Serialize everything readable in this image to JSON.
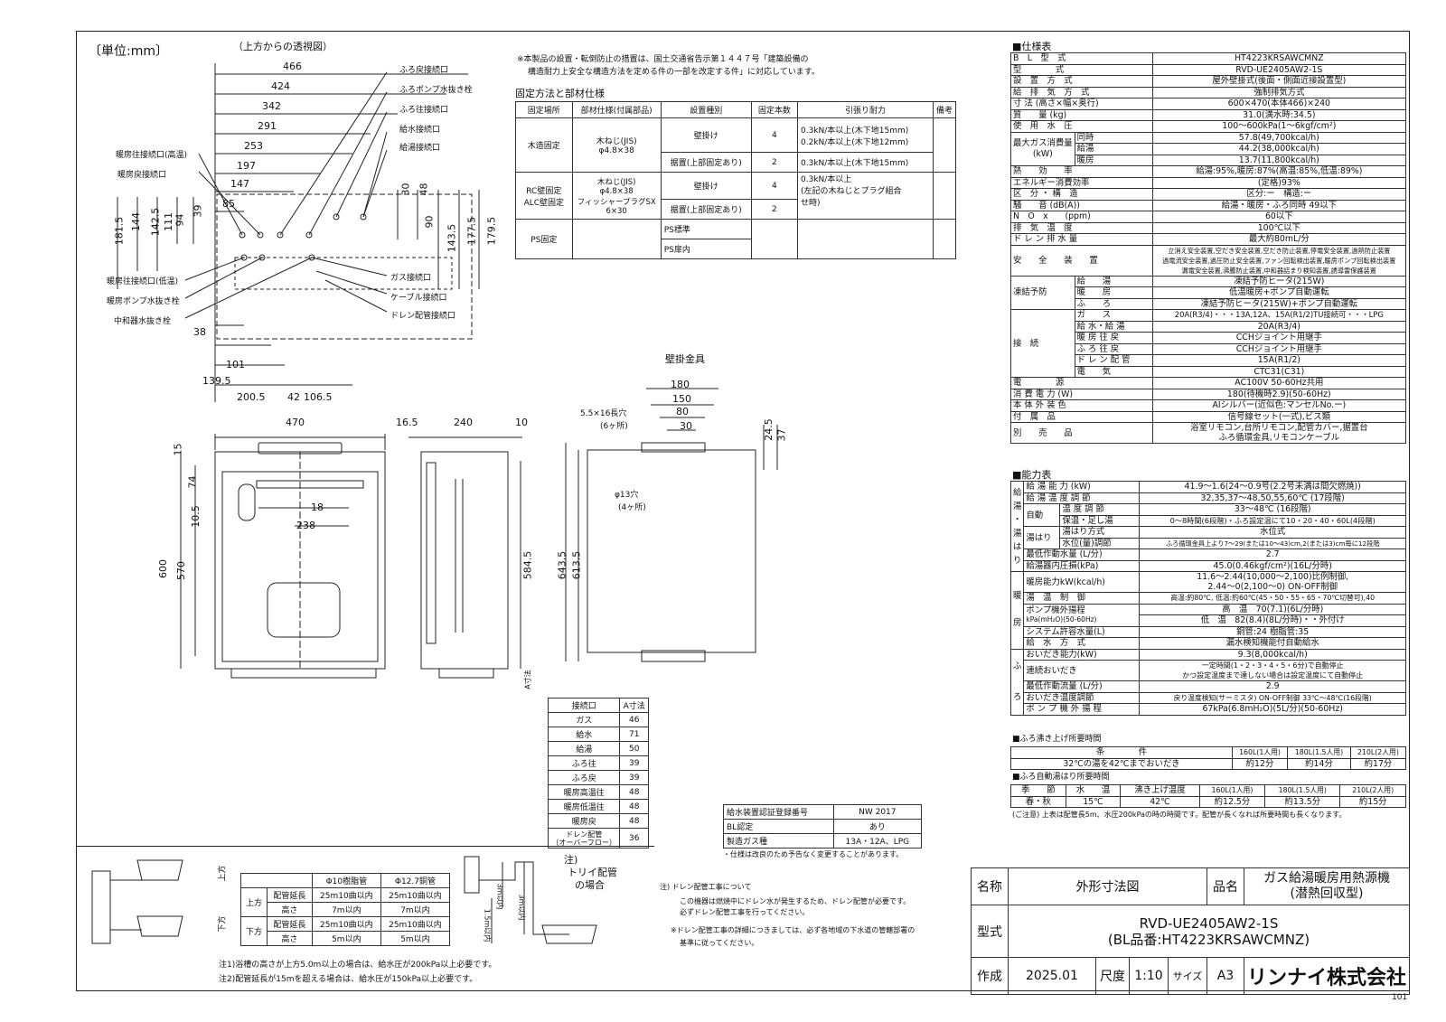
{
  "units_label": "〔単位:mm〕",
  "top_view_label": "（上方からの透視図）",
  "note_top": [
    "※本製品の設置・転倒防止の措置は、国土交通省告示第１４４７号「建築設備の",
    "構造耐力上安全な構造方法を定める件の一部を改定する件」に対応しています。"
  ],
  "fix_title": "固定方法と部材仕様",
  "fix_headers": [
    "固定場所",
    "部材仕様(付属部品)",
    "設置種別",
    "固定本数",
    "引張り耐力",
    "備考"
  ],
  "fix_rows": {
    "wood_place": "木造固定",
    "wood_part": [
      "木ねじ(JIS)",
      "φ4.8×38"
    ],
    "wood_r1": {
      "type": "壁掛け",
      "count": "4",
      "str": [
        "0.3kN/本以上(木下地15mm)",
        "0.2kN/本以上(木下地12mm)"
      ]
    },
    "wood_r2": {
      "type": "据置(上部固定あり)",
      "count": "2",
      "str": "0.3kN/本以上(木下地15mm)"
    },
    "rc_place": [
      "RC壁固定",
      "ALC壁固定"
    ],
    "rc_part": [
      "木ねじ(JIS)",
      "φ4.8×38",
      "フィッシャープラグSX",
      "6×30"
    ],
    "rc_r1": {
      "type": "壁掛け",
      "count": "4",
      "str": [
        "0.3kN/本以上",
        "(左記の木ねじとプラグ組合",
        "せ時)"
      ]
    },
    "rc_r2": {
      "type": "据置(上部固定あり)",
      "count": "2"
    },
    "ps_place": "PS固定",
    "ps_r1": "PS標準",
    "ps_r2": "PS扉内"
  },
  "top_view_dims": [
    "466",
    "424",
    "342",
    "291",
    "253",
    "197",
    "147",
    "85",
    "30",
    "48",
    "181.5",
    "144",
    "142.5",
    "111",
    "94",
    "39",
    "90",
    "143.5",
    "177.5",
    "179.5",
    "38",
    "101",
    "139.5",
    "200.5",
    "42",
    "106.5"
  ],
  "top_view_callouts": [
    "ふろ戻接続口",
    "ふろポンプ水抜き栓",
    "ふろ往接続口",
    "給水接続口",
    "給湯接続口",
    "暖房往接続口(高温)",
    "暖房戻接続口",
    "暖房往接続口(低温)",
    "暖房ポンプ水抜き栓",
    "中和器水抜き栓",
    "ガス接続口",
    "ケーブル接続口",
    "ドレン配管接続口"
  ],
  "front_dims": [
    "470",
    "15",
    "74",
    "10.5",
    "18",
    "238",
    "600",
    "570"
  ],
  "side_dims": [
    "16.5",
    "240",
    "10",
    "584.5"
  ],
  "bracket_label": "壁掛金具",
  "bracket_dims": [
    "180",
    "150",
    "80",
    "30",
    "24.5",
    "37",
    "643.5",
    "613.5"
  ],
  "bracket_holes": [
    "5.5×16長穴",
    "(6ヶ所)",
    "φ13穴",
    "(4ヶ所)"
  ],
  "a_dim_label": "A寸法",
  "conn_table": {
    "headers": [
      "接続口",
      "A寸法"
    ],
    "rows": [
      [
        "ガス",
        "46"
      ],
      [
        "給水",
        "71"
      ],
      [
        "給湯",
        "50"
      ],
      [
        "ふろ往",
        "39"
      ],
      [
        "ふろ戻",
        "39"
      ],
      [
        "暖房高温往",
        "48"
      ],
      [
        "暖房低温往",
        "48"
      ],
      [
        "暖房戻",
        "48"
      ],
      [
        "ドレン配管\n〔オーバーフロー〕",
        "36"
      ]
    ]
  },
  "cert_table": [
    [
      "給水装置認証登録番号",
      "NW 2017"
    ],
    [
      "BL認定",
      "あり"
    ],
    [
      "製造ガス種",
      "13A・12A、LPG"
    ]
  ],
  "cert_note": "・仕様は改良のため予告なく変更することがあります。",
  "pipe_table": {
    "h1": "Φ10樹脂管",
    "h2": "Φ12.7銅管",
    "up": "上方",
    "down": "下方",
    "item": [
      "配管延長",
      "高さ"
    ],
    "up_v1": [
      "25m10曲以内",
      "7m以内"
    ],
    "up_v2": [
      "25m10曲以内",
      "7m以内"
    ],
    "down_v1": [
      "25m10曲以内",
      "5m以内"
    ],
    "down_v2": [
      "25m10曲以内",
      "5m以内"
    ],
    "left_up": "上方",
    "left_down": "下方"
  },
  "trap_note": [
    "注)",
    "トリイ配管",
    "の場合"
  ],
  "trap_dims": [
    "3m以内",
    "3m以内",
    "1.5m以内"
  ],
  "pipe_notes": [
    "注1)浴槽の高さが上方5.0m以上の場合は、給水圧が200kPa以上必要です。",
    "注2)配管延長が15mを超える場合は、給水圧が150kPa以上必要です。"
  ],
  "drain_note": [
    "注) ドレン配管工事について",
    "この機器は燃焼中にドレン水が発生するため、ドレン配管が必要です。",
    "必ずドレン配管工事を行ってください。",
    "※ドレン配管工事の詳細につきましては、必ず各地域の下水道の管轄部署の",
    "基準に従ってください。"
  ],
  "spec_title": "■仕様表",
  "spec": [
    [
      "B　L　型　式",
      "HT4223KRSAWCMNZ"
    ],
    [
      "型　　　　式",
      "RVD-UE2405AW2-1S"
    ],
    [
      "設　置　方　式",
      "屋外壁掛式(後面・側面近接設置型)"
    ],
    [
      "給　排　気　方　式",
      "強制排気方式"
    ],
    [
      "寸 法 (高さ×幅×奥行)",
      "600×470(本体466)×240"
    ],
    [
      "質　　量 (kg)",
      "31.0(満水時:34.5)"
    ],
    [
      "使　用　水　圧",
      "100〜600kPa(1〜6kgf/cm²)"
    ]
  ],
  "spec_gas": {
    "label": [
      "最大ガス消費量",
      "(kW)"
    ],
    "rows": [
      [
        "同時",
        "57.8(49,700kcal/h)"
      ],
      [
        "給湯",
        "44.2(38,000kcal/h)"
      ],
      [
        "暖房",
        "13.7(11,800kcal/h)"
      ]
    ]
  },
  "spec2": [
    [
      "熱　　効　　率",
      "給湯:95%,暖房:87%(高温:85%,低温:89%)"
    ],
    [
      "エネルギー消費効率",
      "(定格)93%"
    ],
    [
      "区　分 ・ 構　造",
      "区分:ー　構造:ー"
    ],
    [
      "騒　　音 (dB(A))",
      "給湯・暖房・ふろ同時 49以下"
    ],
    [
      "N　O　x　　(ppm)",
      "60以下"
    ],
    [
      "排　気　温　度",
      "100℃以下"
    ],
    [
      "ド レ ン 排 水 量",
      "最大約80mL/分"
    ]
  ],
  "spec_safety": {
    "label": "安　　全　　装　　置",
    "lines": [
      "立消え安全装置,空だき安全装置,空だき防止装置,停電安全装置,過熱防止装置",
      "過電流安全装置,過圧防止安全装置,ファン回転検出装置,暖房ポンプ回転検出装置",
      "漏電安全装置,沸騰防止装置,中和器詰まり検知装置,誘導雷保護装置"
    ]
  },
  "spec_freeze": {
    "label": "凍結予防",
    "rows": [
      [
        "給　　湯",
        "凍結予防ヒータ(215W)"
      ],
      [
        "暖　　房",
        "低温暖房+ポンプ自動運転"
      ],
      [
        "ふ　　ろ",
        "凍結予防ヒータ(215W)+ポンプ自動運転"
      ]
    ]
  },
  "spec_conn": {
    "label": "接　続",
    "rows": [
      [
        "ガ　　ス",
        "20A(R3/4)・・・13A,12A、15A(R1/2)TU接続可・・・LPG"
      ],
      [
        "給 水・給 湯",
        "20A(R3/4)"
      ],
      [
        "暖 房 往 戻",
        "CCHジョイント用継手"
      ],
      [
        "ふ ろ 往 戻",
        "CCHジョイント用継手"
      ],
      [
        "ド レ ン 配 管",
        "15A(R1/2)"
      ],
      [
        "電　　気",
        "CTC31(C31)"
      ]
    ]
  },
  "spec3": [
    [
      "電　　　　源",
      "AC100V 50-60Hz共用"
    ],
    [
      "消 費 電 力 (W)",
      "180(待機時2.9)(50-60Hz)"
    ],
    [
      "本 体 外 装 色",
      "AIシルバー(近似色:マンセルNo.ー)"
    ],
    [
      "付　属　品",
      "信号線セット(一式),ビス類"
    ]
  ],
  "spec_sold": {
    "label": "別　　売　　品",
    "lines": [
      "浴室リモコン,台所リモコン,配管カバー,据置台",
      "ふろ循環金具,リモコンケーブル"
    ]
  },
  "cap_title": "■能力表",
  "cap": {
    "side_labels": [
      "給",
      "湯",
      "・",
      "湯",
      "は",
      "り",
      "暖",
      "房",
      "ふ",
      "ろ"
    ],
    "rows": [
      [
        "給 湯 能 力 (kW)",
        "41.9〜1.6(24〜0.9号(2.2号未満は間欠燃焼))"
      ],
      [
        "給 湯 温 度 調 節",
        "32,35,37〜48,50,55,60℃ (17段階)"
      ],
      [
        "温 度 調 節",
        "33〜48℃ (16段階)"
      ],
      [
        "保温・足し湯",
        "0〜8時間(6段階)・ふろ設定温にて10・20・40・60L(4段階)"
      ],
      [
        "湯はり方式",
        "水位式"
      ],
      [
        "水位(量)調節",
        "ふろ循環金具上より7〜29(または10〜43)cm,2(または3)cm毎に12段階"
      ],
      [
        "最低作動水量 (L/分)",
        "2.7"
      ],
      [
        "給湯器内圧損(kPa)",
        "45.0(0.46kgf/cm²)(16L/分時)"
      ],
      [
        "暖房能力kW(kcal/h)",
        "11.6〜2.44(10,000〜2,100)比例制御,",
        "2.44〜0(2,100〜0) ON-OFF制御"
      ],
      [
        "湯　温　制　御",
        "高温:約80℃, 低温:約60℃(45・50・55・65・70℃切替可),40"
      ],
      [
        "システム許容水量(L)",
        "銅管:24 樹脂管:35"
      ],
      [
        "給　水　方　式",
        "漏水検知機能付自動給水"
      ],
      [
        "おいだき能力(kW)",
        "9.3(8,000kcal/h)"
      ],
      [
        "連続おいだき",
        "一定時間(1・2・3・4・5・6分)で自動停止",
        "かつ設定温度まで達しない場合は設定温度にて自動停止"
      ],
      [
        "最低作動流量 (L/分)",
        "2.9"
      ],
      [
        "おいだき温度調節",
        "戻り温度検知(サーミスタ) ON-OFF制御 33℃〜48℃(16段階)"
      ],
      [
        "ポ ン プ 機 外 揚 程",
        "67kPa(6.8mH₂O)(5L/分)(50-60Hz)"
      ]
    ],
    "auto_label": "自動",
    "fill_label": "湯はり",
    "pump_label": [
      "ポンプ機外揚程",
      "kPa(mH₂O)(50-60Hz)"
    ],
    "pump_rows": [
      [
        "高　温",
        "70(7.1)(6L/分時)"
      ],
      [
        "低　温",
        "82(8.4)(8L/分時)・・外付け"
      ]
    ]
  },
  "boil_title": "■ふろ沸き上げ所要時間",
  "boil": {
    "headers": [
      "条　　　　件",
      "160L(1人用)",
      "180L(1.5人用)",
      "210L(2人用)"
    ],
    "row": [
      "32℃の湯を42℃までおいだき",
      "約12分",
      "約14分",
      "約17分"
    ]
  },
  "fill_title": "■ふろ自動湯はり所要時間",
  "fill": {
    "headers": [
      "季　　節",
      "水　　温",
      "沸き上げ温度",
      "160L(1人用)",
      "180L(1.5人用)",
      "210L(2人用)"
    ],
    "row": [
      "春・秋",
      "15℃",
      "42℃",
      "約12.5分",
      "約13.5分",
      "約15分"
    ]
  },
  "fill_note": "(ご注意) 上表は配管長5m、水圧200kPaの時の時間です。配管が長くなれば所要時間も長くなります。",
  "title_block": {
    "name_label": "名称",
    "name": "外形寸法図",
    "product_label": "品名",
    "product": [
      "ガス給湯暖房用熱源機",
      "(潜熱回収型)"
    ],
    "model_label": "型式",
    "model": [
      "RVD-UE2405AW2-1S",
      "(BL品番:HT4223KRSAWCMNZ)"
    ],
    "made_label": "作成",
    "made": "2025.01",
    "scale_label": "尺度",
    "scale": "1:10",
    "size_label": "サイズ",
    "size": "A3",
    "company": "リンナイ株式会社"
  },
  "page_no": "101"
}
